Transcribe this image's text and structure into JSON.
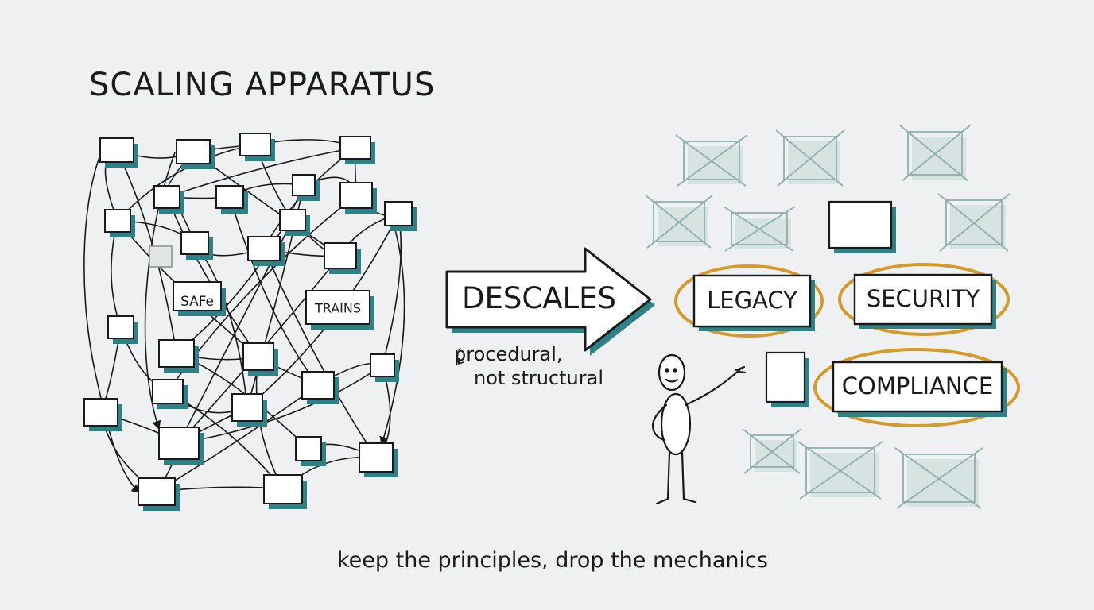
{
  "title": "SCALING APPARATUS",
  "left_diagram": {
    "labeled_nodes": [
      "SAFe",
      "TRAINS"
    ]
  },
  "arrow": {
    "label": "DESCALES",
    "note": [
      "procedural,",
      "not structural"
    ]
  },
  "kept_items": [
    "LEGACY",
    "SECURITY",
    "COMPLIANCE"
  ],
  "caption": "keep the principles, drop the mechanics",
  "colors": {
    "ink": "#1a1a1a",
    "teal_shadow": "#2e8285",
    "highlight_ring": "#d49a2a",
    "faded_box": "#8fb0ac",
    "background": "#eef0f1"
  }
}
